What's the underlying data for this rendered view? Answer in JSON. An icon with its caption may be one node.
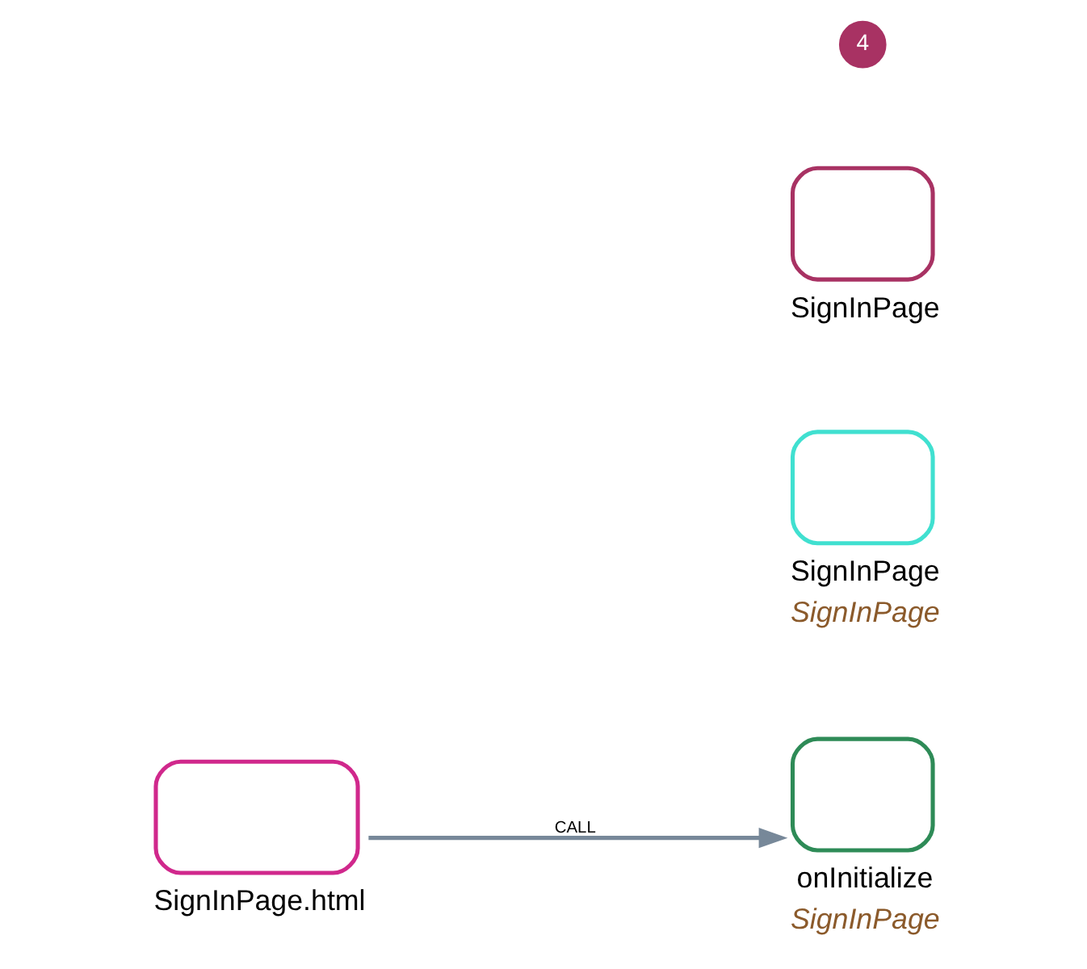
{
  "diagram": {
    "nodes": [
      {
        "text": [
          "SignInPage"
        ]
      },
      {
        "text": [
          "SignInPage",
          "SignInPage"
        ]
      },
      {
        "text": [
          "SignInPage.html"
        ]
      },
      {
        "text": [
          "onInitialize",
          "SignInPage"
        ]
      }
    ],
    "edges": [
      {
        "from": 2,
        "to": 3,
        "arrow": "to",
        "label": "CALL"
      }
    ],
    "labels": [
      "4"
    ]
  }
}
